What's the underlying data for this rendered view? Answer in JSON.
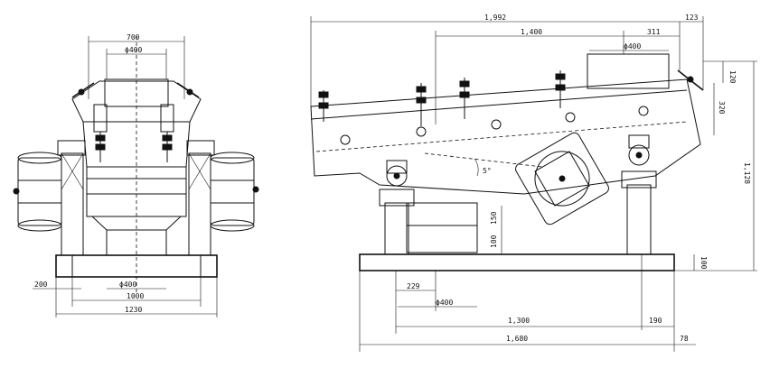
{
  "front_view": {
    "dim_700": "700",
    "dim_phi400_top": "ϕ400",
    "dim_200": "200",
    "dim_phi400_bottom": "ϕ400",
    "dim_1000": "1000",
    "dim_1230": "1230"
  },
  "side_view": {
    "dim_1992": "1,992",
    "dim_123": "123",
    "dim_1400": "1,400",
    "dim_311": "311",
    "dim_phi400_top": "ϕ400",
    "dim_120": "120",
    "dim_320": "320",
    "dim_1128": "1,128",
    "dim_5deg": "5°",
    "dim_150": "150",
    "dim_100_left": "100",
    "dim_100_right": "100",
    "dim_229": "229",
    "dim_phi400_bottom": "ϕ400",
    "dim_1300": "1,300",
    "dim_190": "190",
    "dim_1680": "1,680",
    "dim_78": "78"
  }
}
